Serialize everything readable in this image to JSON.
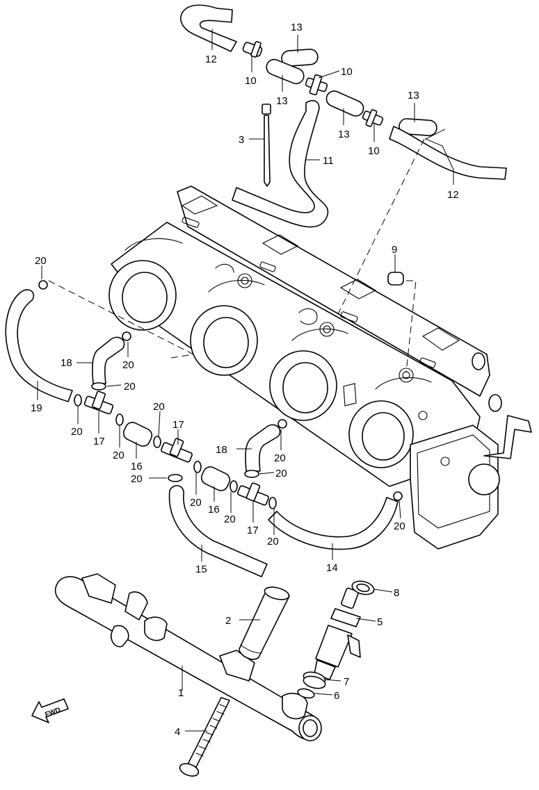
{
  "fwd_label": "FWD",
  "part_labels": [
    "1",
    "2",
    "3",
    "4",
    "5",
    "6",
    "7",
    "8",
    "9",
    "10",
    "11",
    "12",
    "13",
    "14",
    "15",
    "16",
    "17",
    "18",
    "19",
    "20"
  ],
  "colors": {
    "line": "#000000",
    "background": "#ffffff"
  }
}
